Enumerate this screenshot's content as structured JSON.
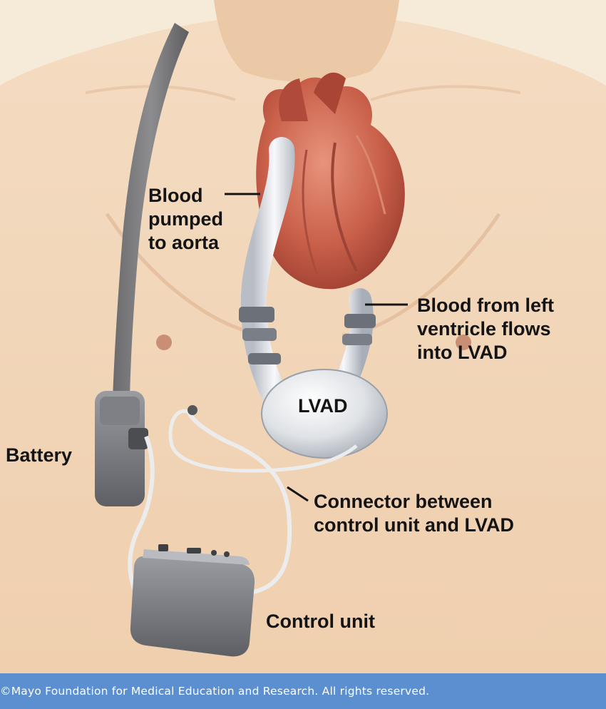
{
  "labels": {
    "aorta": [
      "Blood",
      "pumped",
      "to aorta"
    ],
    "left_ventricle": [
      "Blood from left",
      "ventricle flows",
      "into LVAD"
    ],
    "device": "LVAD",
    "battery": "Battery",
    "connector": [
      "Connector between",
      "control unit and LVAD"
    ],
    "control_unit": "Control unit"
  },
  "footer": {
    "copyright": "©Mayo Foundation for Medical Education and Research.  All rights reserved."
  },
  "colors": {
    "skin": "#f3d9bd",
    "background": "#f6ead8",
    "heart": "#c85a45",
    "device": "#e4e6e9",
    "footer": "#5b8fcf"
  }
}
